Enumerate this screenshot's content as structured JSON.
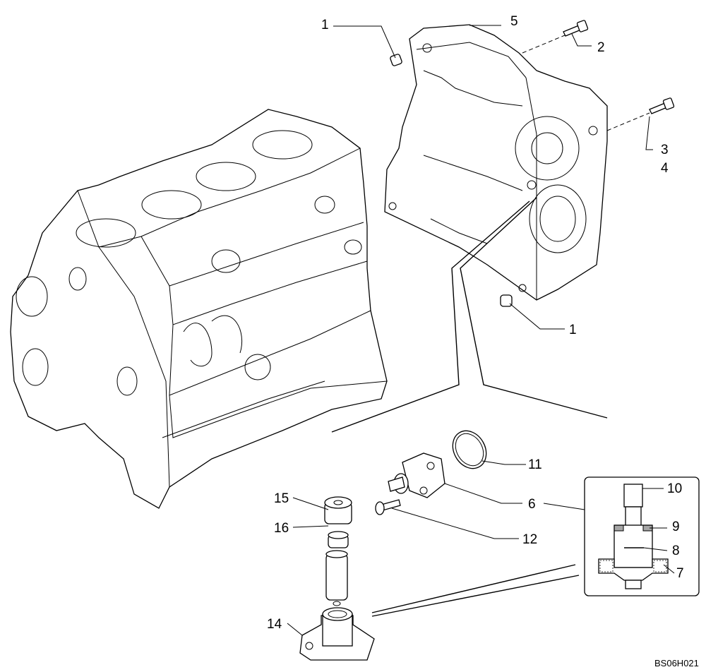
{
  "callouts": [
    {
      "id": "c1a",
      "text": "1"
    },
    {
      "id": "c5",
      "text": "5"
    },
    {
      "id": "c2",
      "text": "2"
    },
    {
      "id": "c3",
      "text": "3"
    },
    {
      "id": "c4",
      "text": "4"
    },
    {
      "id": "c1b",
      "text": "1"
    },
    {
      "id": "c11",
      "text": "11"
    },
    {
      "id": "c6",
      "text": "6"
    },
    {
      "id": "c10",
      "text": "10"
    },
    {
      "id": "c9",
      "text": "9"
    },
    {
      "id": "c8",
      "text": "8"
    },
    {
      "id": "c7",
      "text": "7"
    },
    {
      "id": "c12",
      "text": "12"
    },
    {
      "id": "c15",
      "text": "15"
    },
    {
      "id": "c16",
      "text": "16"
    },
    {
      "id": "c14",
      "text": "14"
    }
  ],
  "drawing_code": "BS06H021"
}
